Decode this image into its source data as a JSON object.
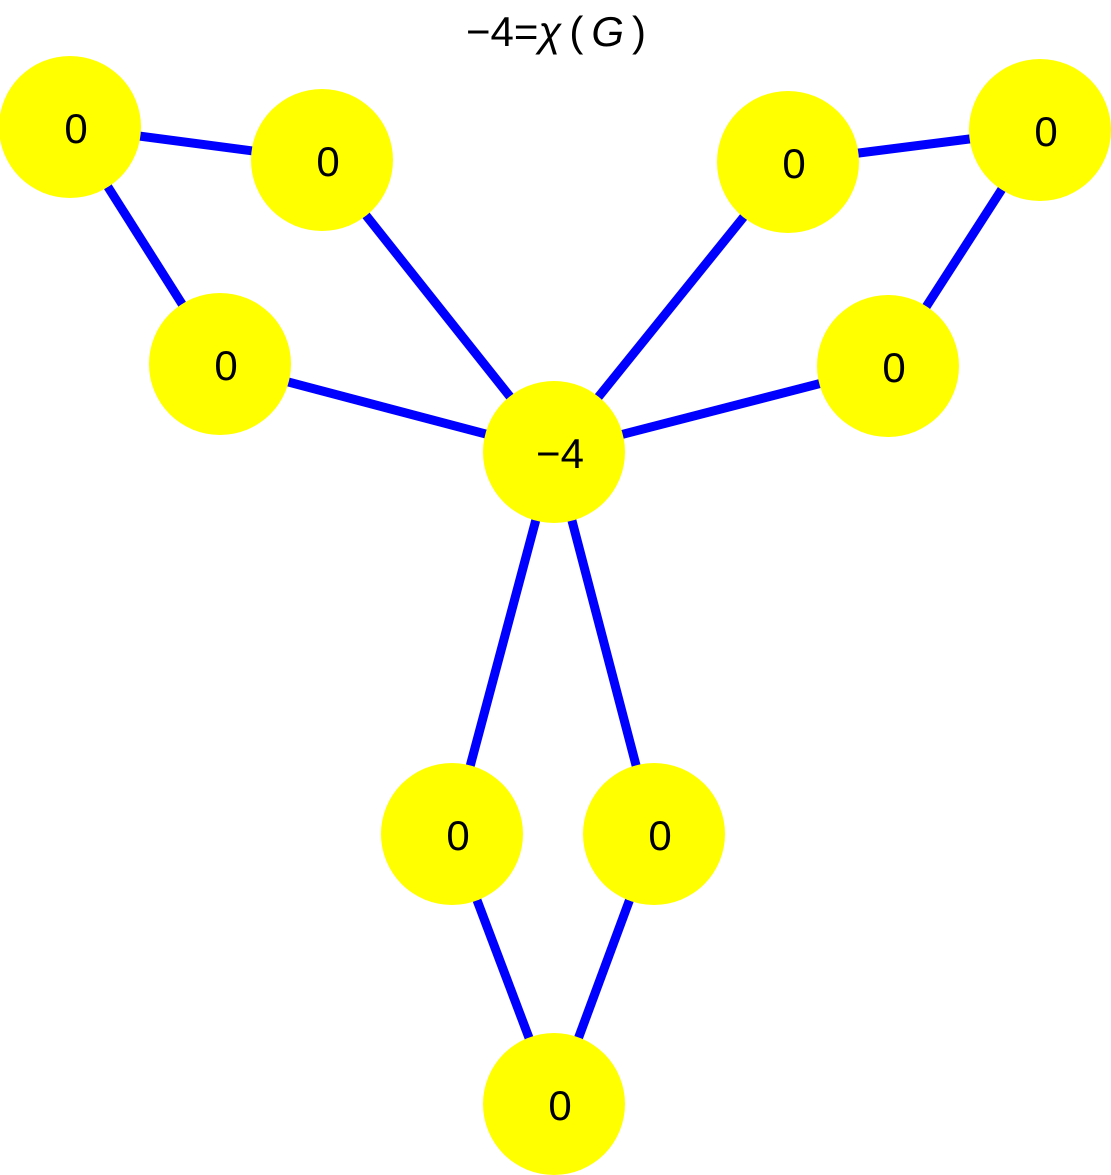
{
  "title": {
    "lhs": "−4=",
    "chi": "χ",
    "open": "(",
    "arg": "G",
    "close": ")"
  },
  "colors": {
    "node_fill": "#ffff00",
    "edge_stroke": "#0000ff",
    "label": "#000000"
  },
  "nodes": [
    {
      "id": "center",
      "label": "−4"
    },
    {
      "id": "tl-outer",
      "label": "0"
    },
    {
      "id": "tl-right",
      "label": "0"
    },
    {
      "id": "tl-lower",
      "label": "0"
    },
    {
      "id": "tr-left",
      "label": "0"
    },
    {
      "id": "tr-outer",
      "label": "0"
    },
    {
      "id": "tr-lower",
      "label": "0"
    },
    {
      "id": "b-left",
      "label": "0"
    },
    {
      "id": "b-right",
      "label": "0"
    },
    {
      "id": "b-bottom",
      "label": "0"
    }
  ],
  "edges": [
    [
      "tl-outer",
      "tl-right"
    ],
    [
      "tl-outer",
      "tl-lower"
    ],
    [
      "tl-right",
      "center"
    ],
    [
      "tl-lower",
      "center"
    ],
    [
      "tr-left",
      "tr-outer"
    ],
    [
      "tr-outer",
      "tr-lower"
    ],
    [
      "tr-left",
      "center"
    ],
    [
      "tr-lower",
      "center"
    ],
    [
      "center",
      "b-left"
    ],
    [
      "center",
      "b-right"
    ],
    [
      "b-left",
      "b-bottom"
    ],
    [
      "b-right",
      "b-bottom"
    ]
  ]
}
